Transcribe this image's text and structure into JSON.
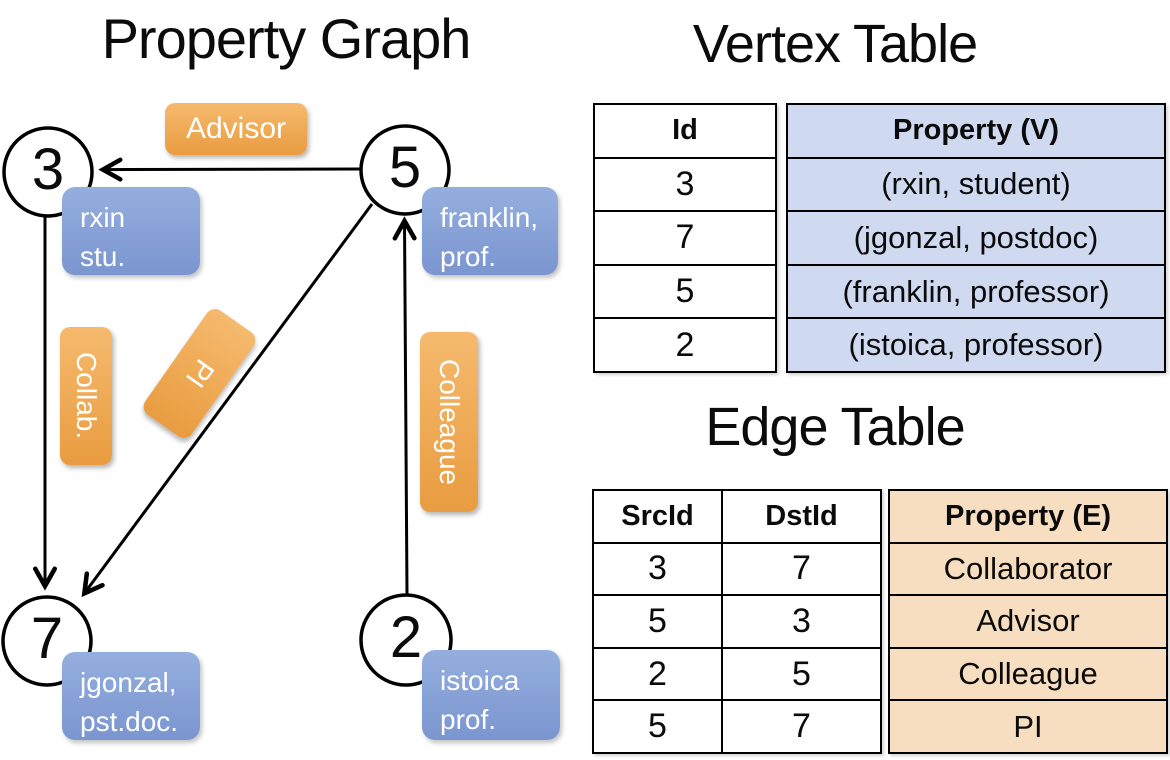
{
  "colors": {
    "edge_label_orange_top": "#f5ba6e",
    "edge_label_orange_bottom": "#e99c40",
    "vertex_label_blue_top": "#94afde",
    "vertex_label_blue_bottom": "#7b95d0",
    "vertex_table_cell_blue": "#cfdaf0",
    "edge_table_cell_tan": "#f7dec0",
    "line_color": "#000000"
  },
  "graph": {
    "title": "Property Graph",
    "nodes": [
      {
        "id": "3",
        "property": [
          "rxin",
          "stu."
        ]
      },
      {
        "id": "5",
        "property": [
          "franklin,",
          "prof."
        ]
      },
      {
        "id": "7",
        "property": [
          "jgonzal,",
          "pst.doc."
        ]
      },
      {
        "id": "2",
        "property": [
          "istoica",
          "prof."
        ]
      }
    ],
    "edges": [
      {
        "label": "Advisor",
        "src": "5",
        "dst": "3"
      },
      {
        "label": "Collab.",
        "src": "3",
        "dst": "7"
      },
      {
        "label": "PI",
        "src": "5",
        "dst": "7"
      },
      {
        "label": "Colleague",
        "src": "2",
        "dst": "5"
      }
    ]
  },
  "vertex_table": {
    "title": "Vertex Table",
    "columns": [
      "Id",
      "Property (V)"
    ],
    "rows": [
      [
        "3",
        "(rxin, student)"
      ],
      [
        "7",
        "(jgonzal, postdoc)"
      ],
      [
        "5",
        "(franklin, professor)"
      ],
      [
        "2",
        "(istoica, professor)"
      ]
    ]
  },
  "edge_table": {
    "title": "Edge Table",
    "columns": [
      "SrcId",
      "DstId",
      "Property (E)"
    ],
    "rows": [
      [
        "3",
        "7",
        "Collaborator"
      ],
      [
        "5",
        "3",
        "Advisor"
      ],
      [
        "2",
        "5",
        "Colleague"
      ],
      [
        "5",
        "7",
        "PI"
      ]
    ]
  }
}
